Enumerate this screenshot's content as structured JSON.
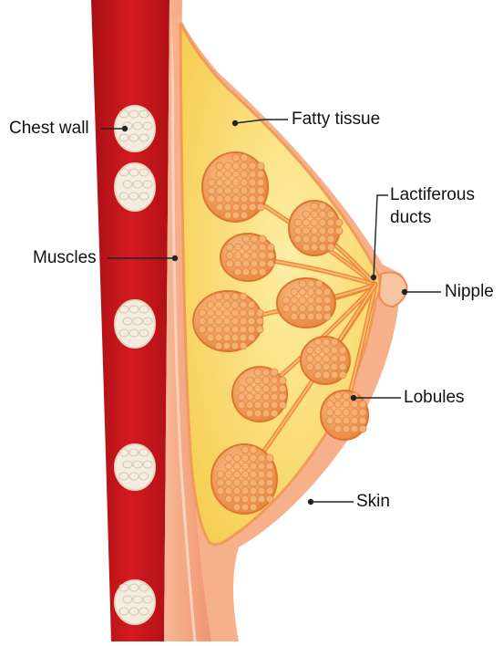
{
  "labels": {
    "chest_wall": "Chest wall",
    "muscles": "Muscles",
    "fatty_tissue": "Fatty tissue",
    "lactiferous_line1": "Lactiferous",
    "lactiferous_line2": "ducts",
    "nipple": "Nipple",
    "lobules": "Lobules",
    "skin": "Skin"
  },
  "colors": {
    "chest_wall": "#c8151b",
    "rib_bone": "#f3ecdf",
    "muscle": "#f4a07a",
    "fatty_tissue": "#fbe27a",
    "skin": "#f6b08a",
    "lobule": "#f0994a",
    "duct": "#ee8a35",
    "leader_line": "#222222"
  },
  "icons": {
    "ribs": "rib-bone-icon",
    "lobule": "lobule-cluster-icon"
  }
}
